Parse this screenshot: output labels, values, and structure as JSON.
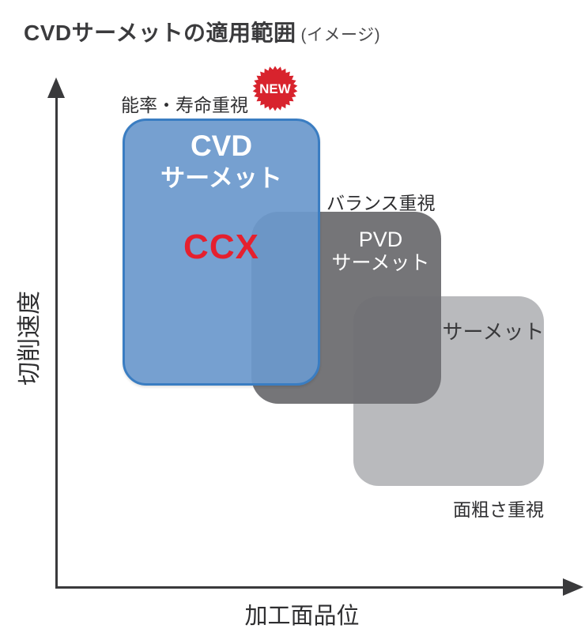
{
  "title": {
    "text": "CVDサーメットの適用範囲",
    "note": "(イメージ)"
  },
  "axes": {
    "y_label": "切削速度",
    "x_label": "加工面品位"
  },
  "badge": {
    "text": "NEW",
    "color": "#d8232d",
    "text_color": "#ffffff"
  },
  "regions": {
    "cvd": {
      "annotation": "能率・寿命重視",
      "name_line1": "CVD",
      "name_line2": "サーメット",
      "product": "CCX",
      "fill": "#6c99cc",
      "fill_alpha": 0.93,
      "border": "#3a7dc2",
      "product_color": "#e5202e",
      "text_color": "#ffffff"
    },
    "pvd": {
      "annotation": "バランス重視",
      "name_line1": "PVD",
      "name_line2": "サーメット",
      "fill": "#6f6f72",
      "fill_alpha": 0.96,
      "text_color": "#ffffff"
    },
    "cermet": {
      "annotation": "面粗さ重視",
      "name": "サーメット",
      "fill": "#b9babd",
      "fill_alpha": 1,
      "text_color": "#39393b"
    }
  },
  "ink": {
    "axis_color": "#3a3a3c",
    "title_color": "#3b3b3d",
    "label_color": "#2f2f31"
  },
  "chart_data": {
    "type": "area",
    "title": "CVDサーメットの適用範囲 (イメージ)",
    "xlabel": "加工面品位",
    "ylabel": "切削速度",
    "axis_numeric": false,
    "grid": false,
    "legend": false,
    "regions": [
      {
        "name": "CVDサーメット",
        "product": "CCX",
        "annotation": "能率・寿命重視",
        "badge": "NEW",
        "x_range": [
          0.13,
          0.5
        ],
        "y_range": [
          0.4,
          0.93
        ],
        "color": "#78a1d2",
        "z_order": 3
      },
      {
        "name": "PVDサーメット",
        "annotation": "バランス重視",
        "x_range": [
          0.37,
          0.73
        ],
        "y_range": [
          0.37,
          0.74
        ],
        "color": "#737376",
        "z_order": 2
      },
      {
        "name": "サーメット",
        "annotation": "面粗さ重視",
        "x_range": [
          0.57,
          0.93
        ],
        "y_range": [
          0.2,
          0.58
        ],
        "color": "#b9babd",
        "z_order": 1
      }
    ]
  }
}
